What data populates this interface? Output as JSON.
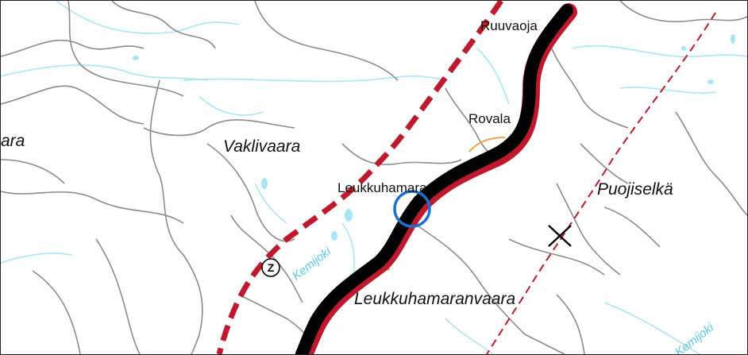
{
  "map": {
    "labels": {
      "vaklivaara": "Vaklivaara",
      "puojiselka": "Puojiselkä",
      "leukkuhamaranvaara": "Leukkuhamaranvaara",
      "left_edge_partial": "ara",
      "leukkuhamara": "Leukkuhamara",
      "rovala": "Rovala",
      "ruuvaoja": "Ruuvaoja",
      "kemijoki": "Kemijoki",
      "kemijoki_corner": "Kemijoki"
    },
    "symbols": {
      "circle_marker": "circle-marker-icon",
      "z_marker": "z-in-circle-icon",
      "x_marker": "x-cross-icon"
    },
    "colors": {
      "contour": "#8c8c8c",
      "stream": "#a9e6f5",
      "main_line_outer": "#c0182d",
      "main_line_core": "#000000",
      "dashed_route": "#c0182d",
      "marker_ring": "#1a73c9",
      "water_label": "#58c8e6",
      "orange_road": "#f2a24a"
    }
  }
}
